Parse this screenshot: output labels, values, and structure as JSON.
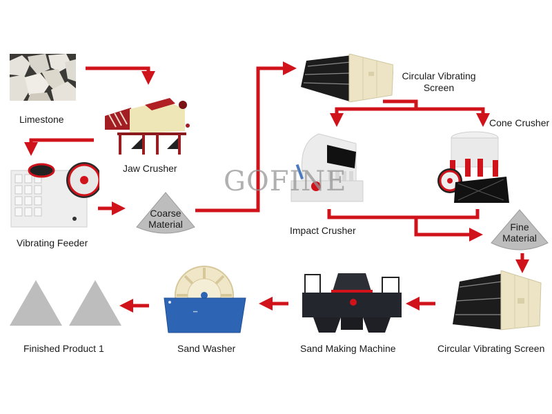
{
  "title": "Limestone Sand Production Flow",
  "watermark": "GOFINE",
  "colors": {
    "arrow": "#d0121b",
    "pile": "#bdbdbd",
    "machine_cream": "#ece4c4",
    "machine_black": "#1c1c1c",
    "washer_blue": "#2d64b4"
  },
  "nodes": {
    "limestone": {
      "label": "Limestone",
      "icon": "limestone-rocks-image"
    },
    "jaw_crusher": {
      "label": "Jaw Crusher",
      "icon": "feeder-machine-image"
    },
    "vibrating_feeder": {
      "label": "Vibrating Feeder",
      "icon": "jaw-crusher-machine-image"
    },
    "coarse_material": {
      "label_line1": "Coarse",
      "label_line2": "Material",
      "icon": "material-pile-icon"
    },
    "circular_screen_1": {
      "label_line1": "Circular Vibrating",
      "label_line2": "Screen",
      "icon": "vibrating-screen-image"
    },
    "cone_crusher": {
      "label": "Cone Crusher",
      "icon": "cone-crusher-image"
    },
    "impact_crusher": {
      "label": "Impact Crusher",
      "icon": "impact-crusher-image"
    },
    "fine_material": {
      "label_line1": "Fine",
      "label_line2": "Material",
      "icon": "material-pile-icon"
    },
    "circular_screen_2": {
      "label": "Circular Vibrating Screen",
      "icon": "vibrating-screen-image"
    },
    "sand_making": {
      "label": "Sand Making Machine",
      "icon": "sand-making-machine-image"
    },
    "sand_washer": {
      "label": "Sand Washer",
      "icon": "sand-washer-image"
    },
    "finished_product": {
      "label": "Finished Product 1",
      "icon": "product-pile-icon"
    }
  },
  "flow": [
    [
      "limestone",
      "jaw_crusher"
    ],
    [
      "jaw_crusher",
      "vibrating_feeder"
    ],
    [
      "vibrating_feeder",
      "coarse_material"
    ],
    [
      "coarse_material",
      "circular_screen_1"
    ],
    [
      "circular_screen_1",
      "impact_crusher"
    ],
    [
      "circular_screen_1",
      "cone_crusher"
    ],
    [
      "impact_crusher",
      "fine_material"
    ],
    [
      "cone_crusher",
      "fine_material"
    ],
    [
      "fine_material",
      "circular_screen_2"
    ],
    [
      "circular_screen_2",
      "sand_making"
    ],
    [
      "sand_making",
      "sand_washer"
    ],
    [
      "sand_washer",
      "finished_product"
    ]
  ]
}
